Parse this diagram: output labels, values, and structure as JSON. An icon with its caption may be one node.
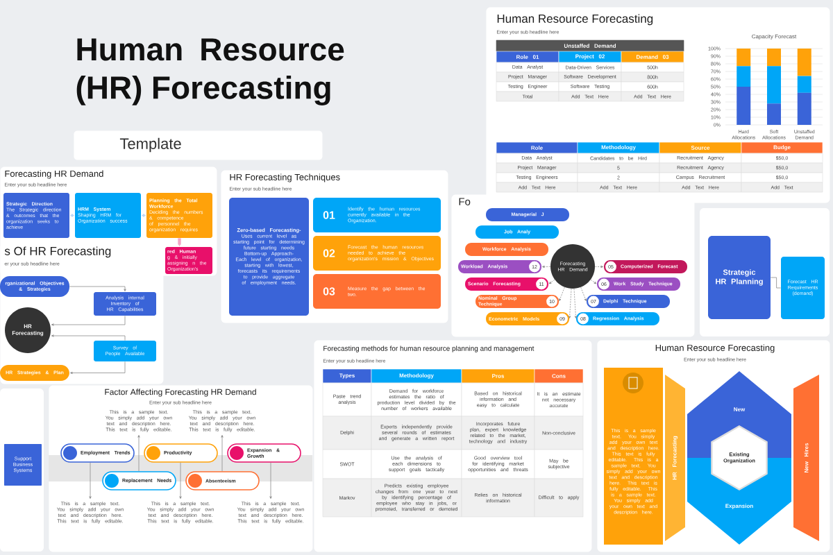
{
  "diagram": {
    "title": "Human Resource (HR) Forecasting",
    "nodes": [
      {
        "text": [
          "Human Resource Forecasting",
          "Enter your sub headline here"
        ]
      },
      {
        "text": [
          "Forecasting HR Demand",
          "Enter your sub headline here"
        ]
      },
      {
        "text": [
          "Strategic Direction",
          "The Strategic direction & outcomes that the organization seeks to achieve"
        ],
        "in": 1
      },
      {
        "text": [
          "HRM System",
          "Shaping HRM for Organization success"
        ],
        "in": 1
      },
      {
        "text": [
          "Planning the Total Workforce",
          "Deciding the numbers & competence of personnel the organization requires"
        ],
        "in": 1
      },
      {
        "text": [
          "red Human",
          "g & initially assigning n the Organization's"
        ],
        "in": 1
      },
      {
        "text": [
          "HR Forecasting Techniques",
          "Enter your sub headline here"
        ]
      },
      {
        "text": [
          "Zero-based Forecasting-",
          "Uses current level as starting point for determining future starting needs",
          "Bottom-up Approach-",
          "Each level of organization, starting with lowest, forecasts its requirements to provide aggregate of employment needs."
        ],
        "in": 6
      },
      {
        "text": [
          "01",
          "Identify the human resources currently available in the Organization."
        ],
        "in": 6
      },
      {
        "text": [
          "02",
          "Forecast the human resources needed to achieve the organization's mission & Objectives"
        ],
        "in": 6
      },
      {
        "text": [
          "03",
          "Measure the gap between the two."
        ],
        "in": 6
      },
      {
        "text": [
          "Fo"
        ]
      },
      {
        "text": [
          "Forecasting HR Demand"
        ],
        "in": 11
      },
      {
        "text": [
          "Managerial J"
        ],
        "in": 11
      },
      {
        "text": [
          "Job Analy"
        ],
        "in": 11
      },
      {
        "text": [
          "Workforce Analysis"
        ],
        "in": 11
      },
      {
        "text": [
          "Workload Analysis",
          "12"
        ],
        "in": 11
      },
      {
        "text": [
          "Scenario Forecasting",
          "11"
        ],
        "in": 11
      },
      {
        "text": [
          "Nominal Group Technique",
          "10"
        ],
        "in": 11
      },
      {
        "text": [
          "Econometric Models",
          "09"
        ],
        "in": 11
      },
      {
        "text": [
          "05",
          "Computerized Forecast"
        ],
        "in": 11
      },
      {
        "text": [
          "06",
          "Work Study Technique"
        ],
        "in": 11
      },
      {
        "text": [
          "07",
          "Delphi Technique"
        ],
        "in": 11
      },
      {
        "text": [
          "08",
          "Regression Analysis"
        ],
        "in": 11
      },
      {
        "text": [
          "Strategic HR Planning"
        ]
      },
      {
        "text": [
          "Forecast HR Requirements (demand)"
        ]
      },
      {
        "text": [
          "s Of HR Forecasting",
          "er your sub headline here"
        ]
      },
      {
        "text": [
          "rganizational Objectives & Strategies"
        ],
        "in": 26
      },
      {
        "text": [
          "Analysis internal Inventory of HR Capabilities"
        ],
        "in": 26
      },
      {
        "text": [
          "HR Forecasting"
        ],
        "in": 26
      },
      {
        "text": [
          "Survey of People Available"
        ],
        "in": 26
      },
      {
        "text": [
          "HR Strategies & Plan"
        ],
        "in": 26
      },
      {
        "text": [
          "Factor Affecting Forecasting HR Demand",
          "Enter your sub headline here"
        ]
      },
      {
        "text": [
          "This is a sample text. You simply add your own text and description here. This text is fully editable."
        ],
        "in": 32
      },
      {
        "text": [
          "This is a sample text. You simply add your own text and description here. This text is fully editable."
        ],
        "in": 32
      },
      {
        "text": [
          "Employment Trends"
        ],
        "in": 32
      },
      {
        "text": [
          "Productivity"
        ],
        "in": 32
      },
      {
        "text": [
          "Expansion & Growth"
        ],
        "in": 32
      },
      {
        "text": [
          "Replacement Needs"
        ],
        "in": 32
      },
      {
        "text": [
          "Absenteeism"
        ],
        "in": 32
      },
      {
        "text": [
          "This is a sample text. You simply add your own text and description here. This text is fully editable."
        ],
        "in": 32
      },
      {
        "text": [
          "This is a sample text. You simply add your own text and description here. This text is fully editable."
        ],
        "in": 32
      },
      {
        "text": [
          "This is a sample text. You simply add your own text and description here. This text is fully editable."
        ],
        "in": 32
      },
      {
        "text": [
          "Forecasting methods for human resource planning and management",
          "Enter your sub headline here"
        ]
      },
      {
        "text": [
          "Human Resource Forecasting",
          "Enter your sub headline here"
        ]
      },
      {
        "text": [
          "This is a sample text. You simply add your own text and description here. This text is fully editable. This is a sample text. You simply add your own text and description here. This text is fully editable. This is a sample text. You simply add your own text and description here."
        ],
        "in": 44
      },
      {
        "text": [
          "HR Forecasting"
        ],
        "in": 44
      },
      {
        "text": [
          "New"
        ],
        "in": 44
      },
      {
        "text": [
          "Existing Organization"
        ],
        "in": 44
      },
      {
        "text": [
          "Expansion"
        ],
        "in": 44
      },
      {
        "text": [
          "New Hires"
        ],
        "in": 44
      },
      {
        "text": [
          "Support Business Systems"
        ]
      }
    ],
    "edges": [
      {
        "from": 2,
        "to": 3,
        "arrow": "both",
        "style": "thick",
        "color": "#b9d4f5"
      },
      {
        "from": 3,
        "to": 4,
        "arrow": "both",
        "style": "thick",
        "color": "#b9d4f5"
      },
      {
        "from": 4,
        "to": 5,
        "arrow": "to",
        "style": "thick",
        "color": "#f3a6c6"
      },
      {
        "from": 12,
        "to": 16,
        "arrow": "to",
        "style": "dashed"
      },
      {
        "from": 12,
        "to": 17,
        "arrow": "to",
        "style": "dashed"
      },
      {
        "from": 12,
        "to": 18,
        "arrow": "to",
        "style": "dashed"
      },
      {
        "from": 12,
        "to": 19,
        "arrow": "to",
        "style": "dashed"
      },
      {
        "from": 12,
        "to": 20,
        "arrow": "to",
        "style": "dashed"
      },
      {
        "from": 12,
        "to": 21,
        "arrow": "to",
        "style": "dashed"
      },
      {
        "from": 12,
        "to": 22,
        "arrow": "to",
        "style": "dashed"
      },
      {
        "from": 12,
        "to": 23,
        "arrow": "to",
        "style": "dashed"
      },
      {
        "from": 24,
        "to": 25,
        "arrow": "none"
      },
      {
        "from": 27,
        "to": 28,
        "arrow": "to"
      },
      {
        "from": 28,
        "to": 29,
        "arrow": "to"
      },
      {
        "from": 30,
        "to": 29,
        "arrow": "to"
      },
      {
        "from": 30,
        "to": 31,
        "arrow": "to"
      },
      {
        "from": 35,
        "to": 40,
        "arrow": "to"
      },
      {
        "from": 38,
        "to": 33,
        "arrow": "to"
      },
      {
        "from": 36,
        "to": 41,
        "arrow": "to"
      },
      {
        "from": 39,
        "to": 34,
        "arrow": "to"
      },
      {
        "from": 37,
        "to": 42,
        "arrow": "to"
      }
    ],
    "labels": [
      "Template",
      "Unstaffed Demand",
      "Role 01",
      "Project 02",
      "Demand 03",
      "Data Analyst",
      "Data-Driven Services",
      "500h",
      "Project Manager",
      "Software Development",
      "800h",
      "Testing Engineer",
      "Software Testing",
      "600h",
      "Total",
      "Add Text Here",
      "Add Text Here",
      "Role",
      "Methodology",
      "Source",
      "Budge",
      "Data Analyst",
      "Candidates to be Hird",
      "Recruitment Agency",
      "$50,0",
      "Project Manager",
      "5",
      "Recruitment Agency",
      "$50,0",
      "Testing Engineers",
      "2",
      "Campus Recruitment",
      "$50,0",
      "Add Text Here",
      "Add Text Here",
      "Add Text Here",
      "Add Text",
      "Types",
      "Methodology",
      "Pros",
      "Cons",
      "Paste trend analysis",
      "Demand for workforce estimates the ratio of production level divided by the number of workers available",
      "Based on historical information and easy to calculate",
      "It is an estimate not necessary accurate",
      "Delphi",
      "Experts independently provide several rounds of estimates and generate a written report",
      "Incorporates future plan, expert knowledge related to the market, technology and industry",
      "Non-conclusive",
      "SWOT",
      "Use the analysis of each dimensions to support goals tactically",
      "Good overview tool for identifying market opportunities and threats",
      "May be subjective",
      "Markov",
      "Predicts existing employee changes from one year to next by identifying percentage of employee who stay in jobs, or promoted, transferred or demoted",
      "Relies on historical information",
      "Difficult to apply"
    ],
    "chart_data": {
      "type": "bar",
      "title": "Capacity Forecast",
      "categories": [
        "Hard Allocations",
        "Soft Allocations",
        "Unstaffed Demand"
      ],
      "stacked": true,
      "series": [
        {
          "color": "#3a64d8",
          "values": [
            50,
            28,
            42
          ]
        },
        {
          "color": "#00a6f7",
          "values": [
            27,
            49,
            22
          ]
        },
        {
          "color": "#ffa20a",
          "values": [
            23,
            23,
            36
          ]
        }
      ],
      "ylim": [
        0,
        100
      ],
      "grid": true,
      "yticks": [
        {
          "value": 0,
          "label": "0%"
        },
        {
          "value": 10,
          "label": "10%"
        },
        {
          "value": 20,
          "label": "20%"
        },
        {
          "value": 30,
          "label": "30%"
        },
        {
          "value": 40,
          "label": "40%"
        },
        {
          "value": 50,
          "label": "50%"
        },
        {
          "value": 60,
          "label": "60%"
        },
        {
          "value": 70,
          "label": "70%"
        },
        {
          "value": 80,
          "label": "80%"
        },
        {
          "value": 90,
          "label": "90%"
        },
        {
          "value": 100,
          "label": "100%"
        }
      ]
    }
  }
}
